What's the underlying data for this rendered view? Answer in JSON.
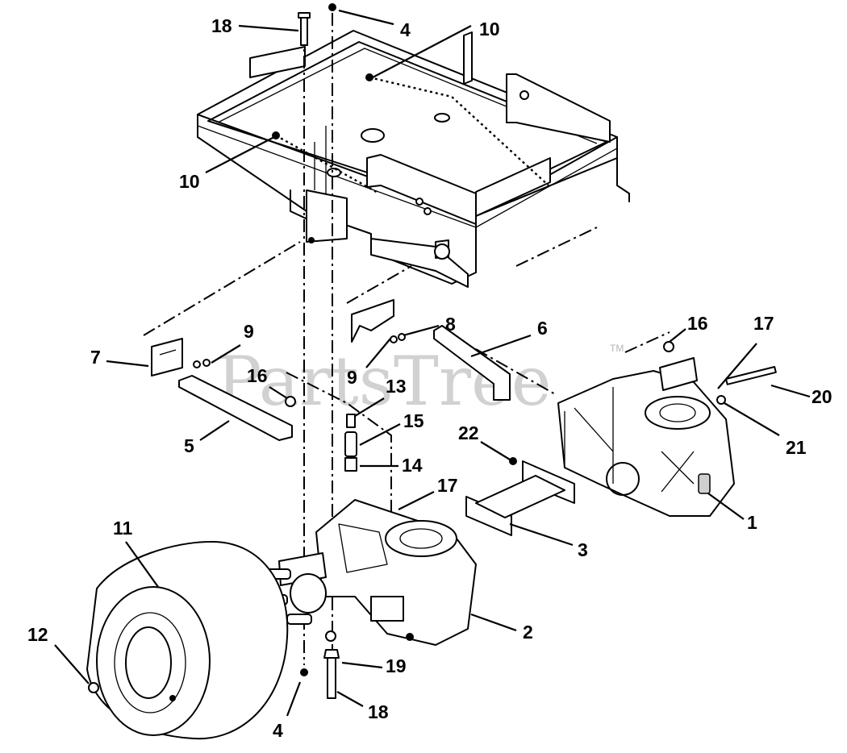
{
  "watermark": {
    "text": "PartsTree",
    "trademark": "TM"
  },
  "callouts": [
    {
      "id": "c18a",
      "label": "18"
    },
    {
      "id": "c4a",
      "label": "4"
    },
    {
      "id": "c10a",
      "label": "10"
    },
    {
      "id": "c10b",
      "label": "10"
    },
    {
      "id": "c7",
      "label": "7"
    },
    {
      "id": "c9a",
      "label": "9"
    },
    {
      "id": "c8",
      "label": "8"
    },
    {
      "id": "c9b",
      "label": "9"
    },
    {
      "id": "c6",
      "label": "6"
    },
    {
      "id": "c16a",
      "label": "16"
    },
    {
      "id": "c17a",
      "label": "17"
    },
    {
      "id": "c20",
      "label": "20"
    },
    {
      "id": "c16b",
      "label": "16"
    },
    {
      "id": "c13",
      "label": "13"
    },
    {
      "id": "c15",
      "label": "15"
    },
    {
      "id": "c5",
      "label": "5"
    },
    {
      "id": "c14",
      "label": "14"
    },
    {
      "id": "c22",
      "label": "22"
    },
    {
      "id": "c21",
      "label": "21"
    },
    {
      "id": "c17b",
      "label": "17"
    },
    {
      "id": "c11",
      "label": "11"
    },
    {
      "id": "c1",
      "label": "1"
    },
    {
      "id": "c3",
      "label": "3"
    },
    {
      "id": "c12",
      "label": "12"
    },
    {
      "id": "c2",
      "label": "2"
    },
    {
      "id": "c19",
      "label": "19"
    },
    {
      "id": "c4b",
      "label": "4"
    },
    {
      "id": "c18b",
      "label": "18"
    }
  ]
}
